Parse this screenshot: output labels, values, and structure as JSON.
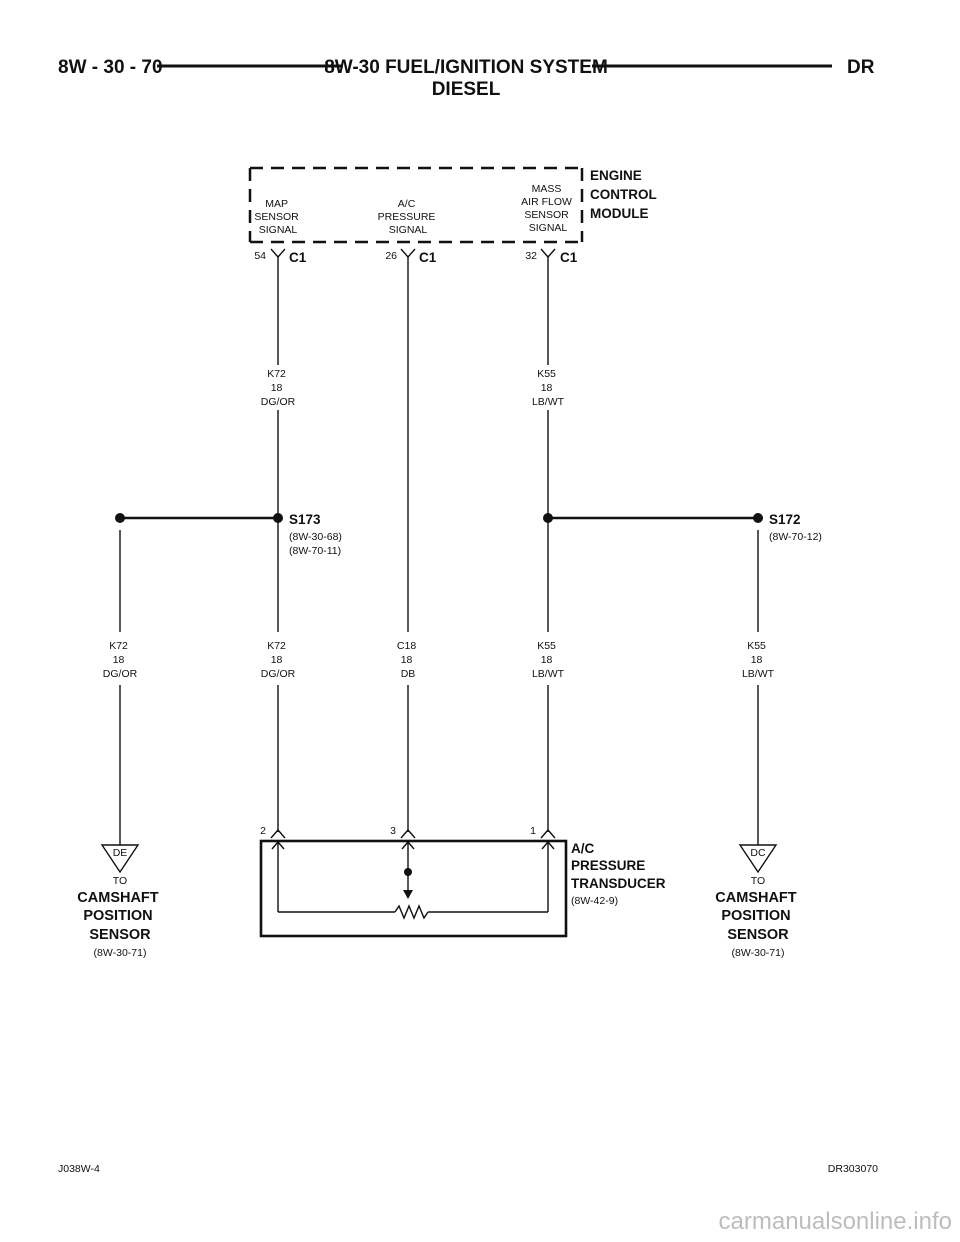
{
  "header": {
    "page_id": "8W - 30 - 70",
    "title_line1": "8W-30 FUEL/IGNITION SYSTEM",
    "title_line2": "DIESEL",
    "code": "DR"
  },
  "ecm": {
    "name": [
      "ENGINE",
      "CONTROL",
      "MODULE"
    ],
    "signals": [
      {
        "label": [
          "MAP",
          "SENSOR",
          "SIGNAL"
        ],
        "pin": "54",
        "connector": "C1"
      },
      {
        "label": [
          "A/C",
          "PRESSURE",
          "SIGNAL"
        ],
        "pin": "26",
        "connector": "C1"
      },
      {
        "label": [
          "MASS",
          "AIR FLOW",
          "SENSOR",
          "SIGNAL"
        ],
        "pin": "32",
        "connector": "C1"
      }
    ]
  },
  "wires": {
    "upper_left": [
      "K72",
      "18",
      "DG/OR"
    ],
    "upper_right": [
      "K55",
      "18",
      "LB/WT"
    ],
    "far_left": [
      "K72",
      "18",
      "DG/OR"
    ],
    "mid_left": [
      "K72",
      "18",
      "DG/OR"
    ],
    "center": [
      "C18",
      "18",
      "DB"
    ],
    "mid_right": [
      "K55",
      "18",
      "LB/WT"
    ],
    "far_right": [
      "K55",
      "18",
      "LB/WT"
    ]
  },
  "splices": {
    "s173": {
      "id": "S173",
      "refs": [
        "(8W-30-68)",
        "(8W-70-11)"
      ]
    },
    "s172": {
      "id": "S172",
      "refs": [
        "(8W-70-12)"
      ]
    }
  },
  "transducer": {
    "name": [
      "A/C",
      "PRESSURE",
      "TRANSDUCER"
    ],
    "ref": "(8W-42-9)",
    "pins": [
      "2",
      "3",
      "1"
    ]
  },
  "destinations": {
    "left": {
      "code": "DE",
      "to": "TO",
      "name": [
        "CAMSHAFT",
        "POSITION",
        "SENSOR"
      ],
      "ref": "(8W-30-71)"
    },
    "right": {
      "code": "DC",
      "to": "TO",
      "name": [
        "CAMSHAFT",
        "POSITION",
        "SENSOR"
      ],
      "ref": "(8W-30-71)"
    }
  },
  "footer": {
    "left": "J038W-4",
    "right": "DR303070"
  },
  "watermark": "carmanualsonline.info"
}
